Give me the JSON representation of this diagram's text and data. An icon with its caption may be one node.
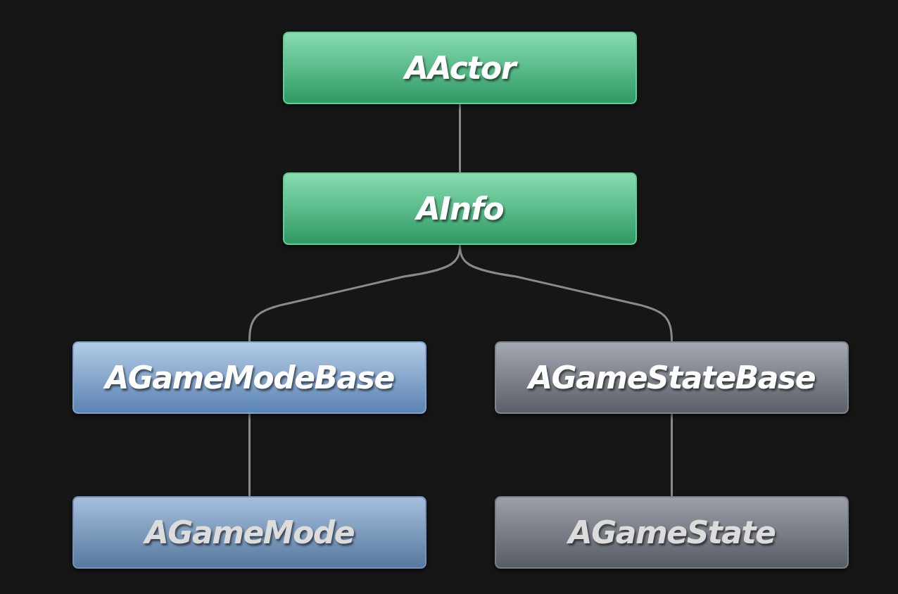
{
  "diagram": {
    "nodes": [
      {
        "text": [
          "AActor"
        ]
      },
      {
        "text": [
          "AInfo"
        ]
      },
      {
        "text": [
          "AGameModeBase"
        ]
      },
      {
        "text": [
          "AGameStateBase"
        ]
      },
      {
        "text": [
          "AGameMode"
        ]
      },
      {
        "text": [
          "AGameState"
        ]
      }
    ],
    "edges": [
      {
        "from": 0,
        "to": 1,
        "arrow": "none"
      },
      {
        "from": 1,
        "to": 2,
        "arrow": "none"
      },
      {
        "from": 1,
        "to": 3,
        "arrow": "none"
      },
      {
        "from": 2,
        "to": 4,
        "arrow": "none"
      },
      {
        "from": 3,
        "to": 5,
        "arrow": "none"
      }
    ]
  }
}
